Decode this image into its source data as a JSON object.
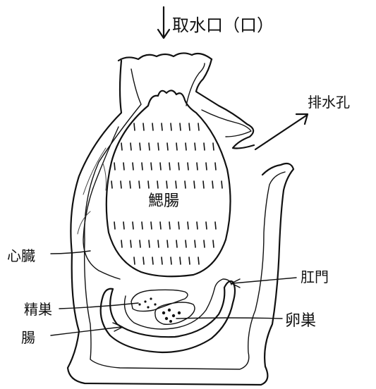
{
  "diagram": {
    "labels": {
      "intake": "取水口（口）",
      "outlet": "排水孔",
      "branchial_sac": "鰓腸",
      "heart": "心臓",
      "testis": "精巣",
      "intestine": "腸",
      "anus": "肛門",
      "ovary": "卵巣"
    },
    "colors": {
      "ink": "#111111",
      "paper": "#ffffff"
    }
  }
}
